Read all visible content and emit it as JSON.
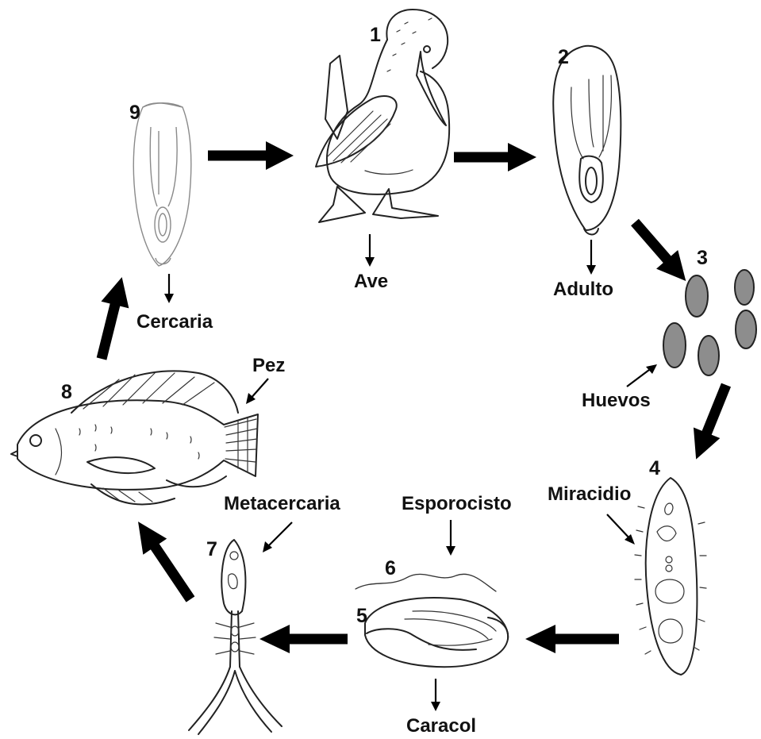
{
  "stages": [
    {
      "number": "1",
      "name": "Ave"
    },
    {
      "number": "2",
      "name": "Adulto"
    },
    {
      "number": "3",
      "name": "Huevos"
    },
    {
      "number": "4",
      "name": "Miracidio"
    },
    {
      "number": "5",
      "name": "Caracol"
    },
    {
      "number": "6",
      "name": "Esporocisto"
    },
    {
      "number": "7",
      "name": "Metacercaria"
    },
    {
      "number": "8",
      "name": "Pez"
    },
    {
      "number": "9",
      "name": "Cercaria"
    }
  ]
}
